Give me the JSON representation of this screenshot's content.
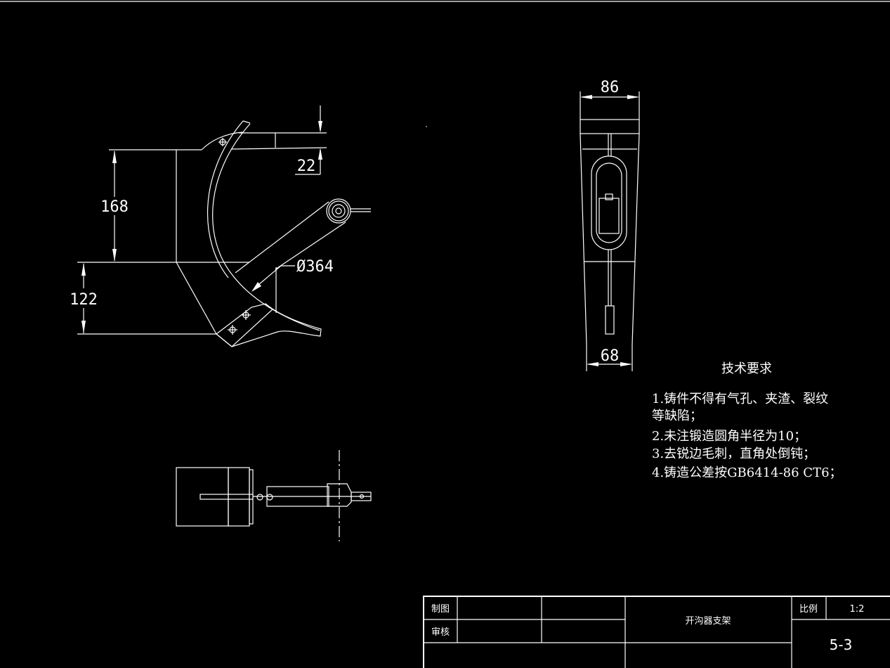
{
  "drawing": {
    "dimensions": {
      "d168": "168",
      "d122": "122",
      "d22": "22",
      "d364": "Ø364",
      "d86": "86",
      "d68": "68"
    },
    "tech_requirements": {
      "title": "技术要求",
      "lines": [
        "1.铸件不得有气孔、夹渣、裂纹",
        "等缺陷；",
        "2.未注锻造圆角半径为10；",
        "3.去锐边毛刺，直角处倒钝；",
        "4.铸造公差按GB6414-86 CT6；"
      ]
    },
    "title_block": {
      "drawn_label": "制图",
      "checked_label": "审核",
      "part_name": "开沟器支架",
      "scale_label": "比例",
      "scale_value": "1:2",
      "drawing_number": "5-3"
    }
  }
}
